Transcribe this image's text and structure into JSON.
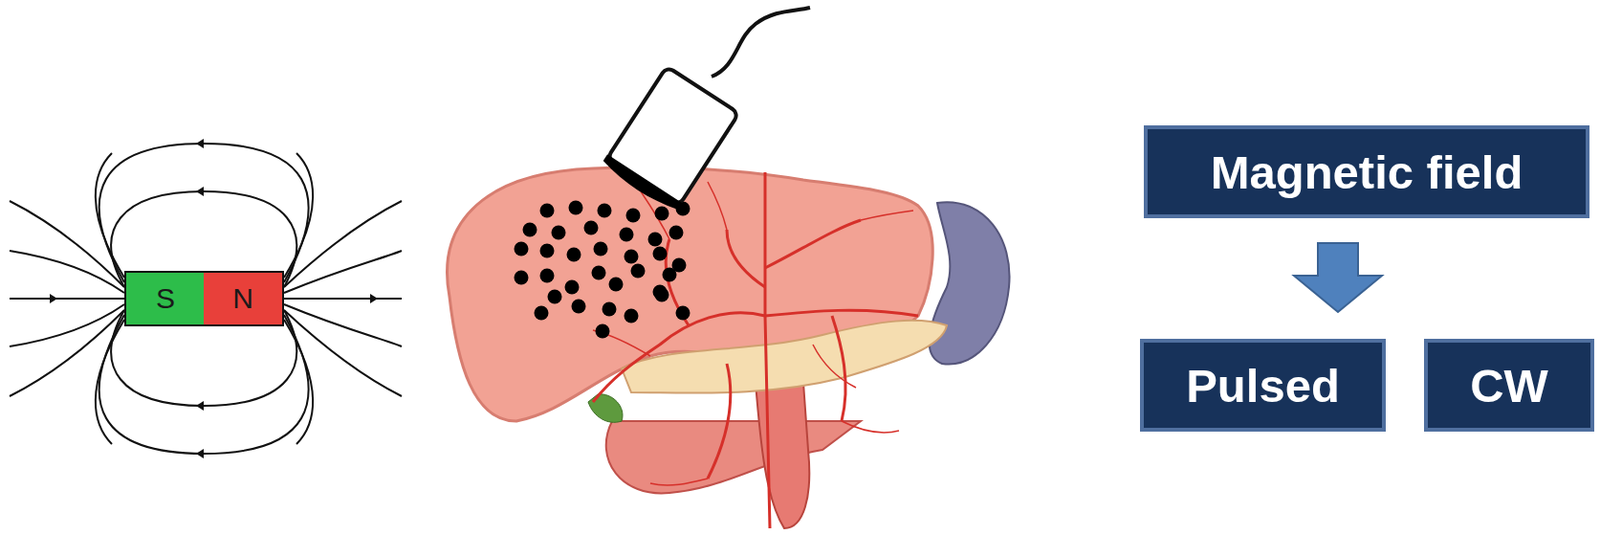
{
  "diagram": {
    "nodes": [
      {
        "text": [
          "S"
        ]
      },
      {
        "text": [
          "N"
        ]
      },
      {
        "text": [
          "Magnetic field"
        ]
      },
      {
        "text": [
          "Pulsed"
        ]
      },
      {
        "text": [
          "CW"
        ]
      }
    ],
    "edges": [
      {
        "from": 2,
        "to": 3,
        "arrow": "to"
      }
    ]
  }
}
